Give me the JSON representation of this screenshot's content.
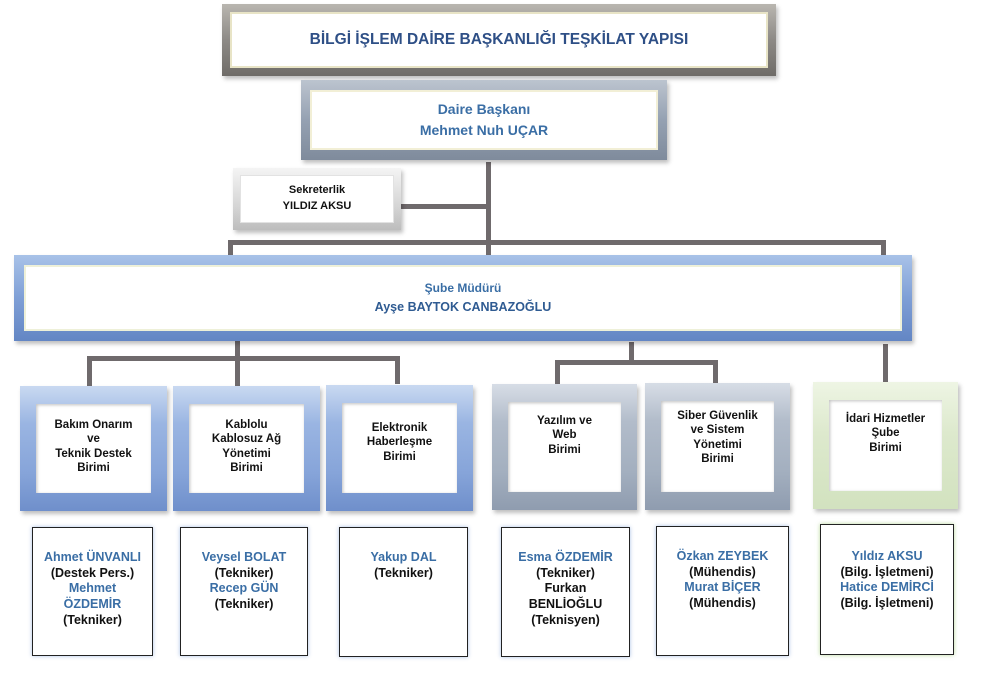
{
  "title": "BİLGİ İŞLEM DAİRE BAŞKANLIĞI TEŞKİLAT YAPISI",
  "head": {
    "role": "Daire Başkanı",
    "name": "Mehmet Nuh UÇAR"
  },
  "secretary": {
    "role": "Sekreterlik",
    "name": "YILDIZ AKSU"
  },
  "branch_manager": {
    "role": "Şube Müdürü",
    "name": "Ayşe BAYTOK CANBAZOĞLU"
  },
  "units": [
    {
      "lines": [
        "Bakım Onarım",
        "ve",
        "Teknik Destek",
        "Birimi"
      ],
      "style": "blue"
    },
    {
      "lines": [
        "Kablolu",
        "Kablosuz Ağ",
        "Yönetimi",
        "Birimi"
      ],
      "style": "blue"
    },
    {
      "lines": [
        "Elektronik",
        "Haberleşme",
        "Birimi"
      ],
      "style": "blue"
    },
    {
      "lines": [
        "Yazılım ve",
        "Web",
        "Birimi"
      ],
      "style": "silver"
    },
    {
      "lines": [
        "Siber Güvenlik",
        "ve Sistem",
        "Yönetimi",
        "Birimi"
      ],
      "style": "silver"
    },
    {
      "lines": [
        "İdari Hizmetler",
        "Şube",
        "Birimi"
      ],
      "style": "green"
    }
  ],
  "staff": [
    {
      "entries": [
        {
          "text": "Ahmet ÜNVANLI",
          "kind": "name"
        },
        {
          "text": "(Destek Pers.)",
          "kind": "title"
        },
        {
          "text": "Mehmet",
          "kind": "name"
        },
        {
          "text": "ÖZDEMİR",
          "kind": "name"
        },
        {
          "text": "(Tekniker)",
          "kind": "title"
        }
      ]
    },
    {
      "entries": [
        {
          "text": "Veysel BOLAT",
          "kind": "name"
        },
        {
          "text": "(Tekniker)",
          "kind": "title"
        },
        {
          "text": "Recep GÜN",
          "kind": "name"
        },
        {
          "text": "(Tekniker)",
          "kind": "title"
        }
      ]
    },
    {
      "entries": [
        {
          "text": "Yakup DAL",
          "kind": "name"
        },
        {
          "text": "(Tekniker)",
          "kind": "title"
        }
      ]
    },
    {
      "entries": [
        {
          "text": "Esma ÖZDEMİR",
          "kind": "name"
        },
        {
          "text": "(Tekniker)",
          "kind": "title"
        },
        {
          "text": "Furkan",
          "kind": "title"
        },
        {
          "text": "BENLİOĞLU",
          "kind": "title"
        },
        {
          "text": "(Teknisyen)",
          "kind": "title"
        }
      ]
    },
    {
      "entries": [
        {
          "text": "Özkan ZEYBEK",
          "kind": "name"
        },
        {
          "text": "(Mühendis)",
          "kind": "title"
        },
        {
          "text": "Murat BİÇER",
          "kind": "name"
        },
        {
          "text": "(Mühendis)",
          "kind": "title"
        }
      ]
    },
    {
      "entries": [
        {
          "text": "Yıldız AKSU",
          "kind": "name"
        },
        {
          "text": "(Bilg. İşletmeni)",
          "kind": "title"
        },
        {
          "text": "Hatice DEMİRCİ",
          "kind": "name"
        },
        {
          "text": "(Bilg. İşletmeni)",
          "kind": "title"
        }
      ]
    }
  ],
  "colors": {
    "name_blue": "#3a6ea5",
    "title_navy": "#2e4f86",
    "connector": "#6f6a6c",
    "frame_blue": "#7f9fd6",
    "frame_silver": "#a3afbf",
    "frame_green": "#d2e2bf"
  }
}
